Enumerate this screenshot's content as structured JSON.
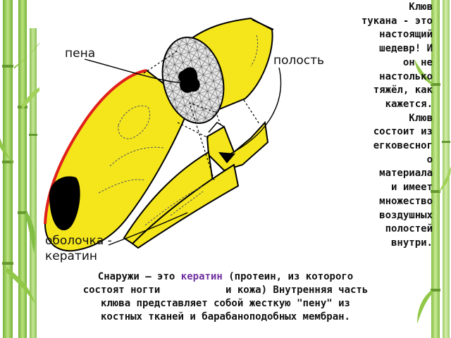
{
  "labels": {
    "foam": "пена",
    "cavity": "полость",
    "shell_line1": "оболочка -",
    "shell_line2": "кератин"
  },
  "side_text": {
    "lines": [
      "Клюв",
      "тукана - это",
      "настоящий",
      "шедевр! И",
      "он не",
      "настолько",
      "тяжёл, как",
      "кажется.",
      "Клюв",
      "состоит из",
      "егковесног",
      "о",
      "материала",
      "и имеет",
      "множество",
      "воздушных",
      "полостей",
      "внутри."
    ]
  },
  "bottom_text": {
    "line1_before": "Снаружи – это ",
    "line1_highlight": "кератин",
    "line1_after": " (протеин, из которого",
    "line2": "состоят ногти           и кожа) Внутренняя часть",
    "line3": "клюва представляет собой жесткую \"пену\" из",
    "line4": "костных тканей и барабаноподобных мембран."
  },
  "colors": {
    "beak_yellow": "#f5e61c",
    "outline": "#000000",
    "red_edge": "#e0201a",
    "keratin_highlight": "#7030a0",
    "bamboo_green": "#8cc63f",
    "foam_grey": "#d9d9d9"
  }
}
